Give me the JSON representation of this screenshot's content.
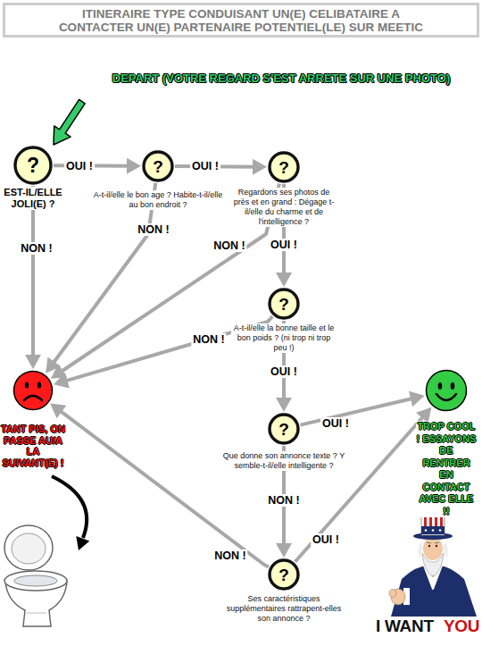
{
  "diagram": {
    "title": "ITINERAIRE TYPE CONDUISANT UN(E) CELIBATAIRE A CONTACTER UN(E) PARTENAIRE POTENTIEL(LE) SUR MEETIC",
    "nodes": [
      {
        "text": [
          "?",
          "EST-IL/ELLE JOLI(E) ?"
        ]
      },
      {
        "text": [
          "?",
          "A-t-il/elle le bon age ? Habite-t-il/elle au bon endroit ?"
        ]
      },
      {
        "text": [
          "?",
          "Regardons ses photos de près et en grand : Dégage t-il/elle du charme et de l'intelligence ?"
        ]
      },
      {
        "text": [
          "?",
          "A-t-il/elle la bonne taille et le bon poids ? (ni trop ni trop peu !)"
        ]
      },
      {
        "text": [
          "TANT PIS, ON PASSE AU/A LA SUIVANT(E) !"
        ]
      },
      {
        "text": [
          "TROP COOL ! ESSAYONS DE RENTRER EN CONTACT AVEC ELLE !!"
        ]
      },
      {
        "text": [
          "?",
          "Que donne son annonce texte ? Y semble-t-il/elle intelligente ?"
        ]
      },
      {
        "text": [
          "?",
          "Ses caractéristiques supplémentaires rattrapent-elles son annonce ?"
        ]
      }
    ],
    "edges": [
      {
        "from": 0,
        "to": 1,
        "label": "OUI !",
        "arrow": "to"
      },
      {
        "from": 1,
        "to": 2,
        "label": "OUI !",
        "arrow": "to"
      },
      {
        "from": 0,
        "to": 4,
        "label": "NON !",
        "arrow": "to"
      },
      {
        "from": 1,
        "to": 4,
        "label": "NON !",
        "arrow": "to"
      },
      {
        "from": 2,
        "to": 4,
        "label": "NON !",
        "arrow": "to"
      },
      {
        "from": 2,
        "to": 3,
        "label": "OUI !",
        "arrow": "to"
      },
      {
        "from": 3,
        "to": 4,
        "label": "NON !",
        "arrow": "to"
      },
      {
        "from": 3,
        "to": 6,
        "label": "OUI !",
        "arrow": "to"
      },
      {
        "from": 6,
        "to": 5,
        "label": "OUI !",
        "arrow": "to"
      },
      {
        "from": 6,
        "to": 7,
        "label": "NON !",
        "arrow": "to"
      },
      {
        "from": 7,
        "to": 5,
        "label": "OUI !",
        "arrow": "to"
      },
      {
        "from": 7,
        "to": 4,
        "label": "NON !",
        "arrow": "to"
      }
    ],
    "labels": [
      "DEPART (VOTRE REGARD S'EST ARRETE SUR UNE PHOTO)",
      "I WANT",
      "YOU"
    ]
  }
}
